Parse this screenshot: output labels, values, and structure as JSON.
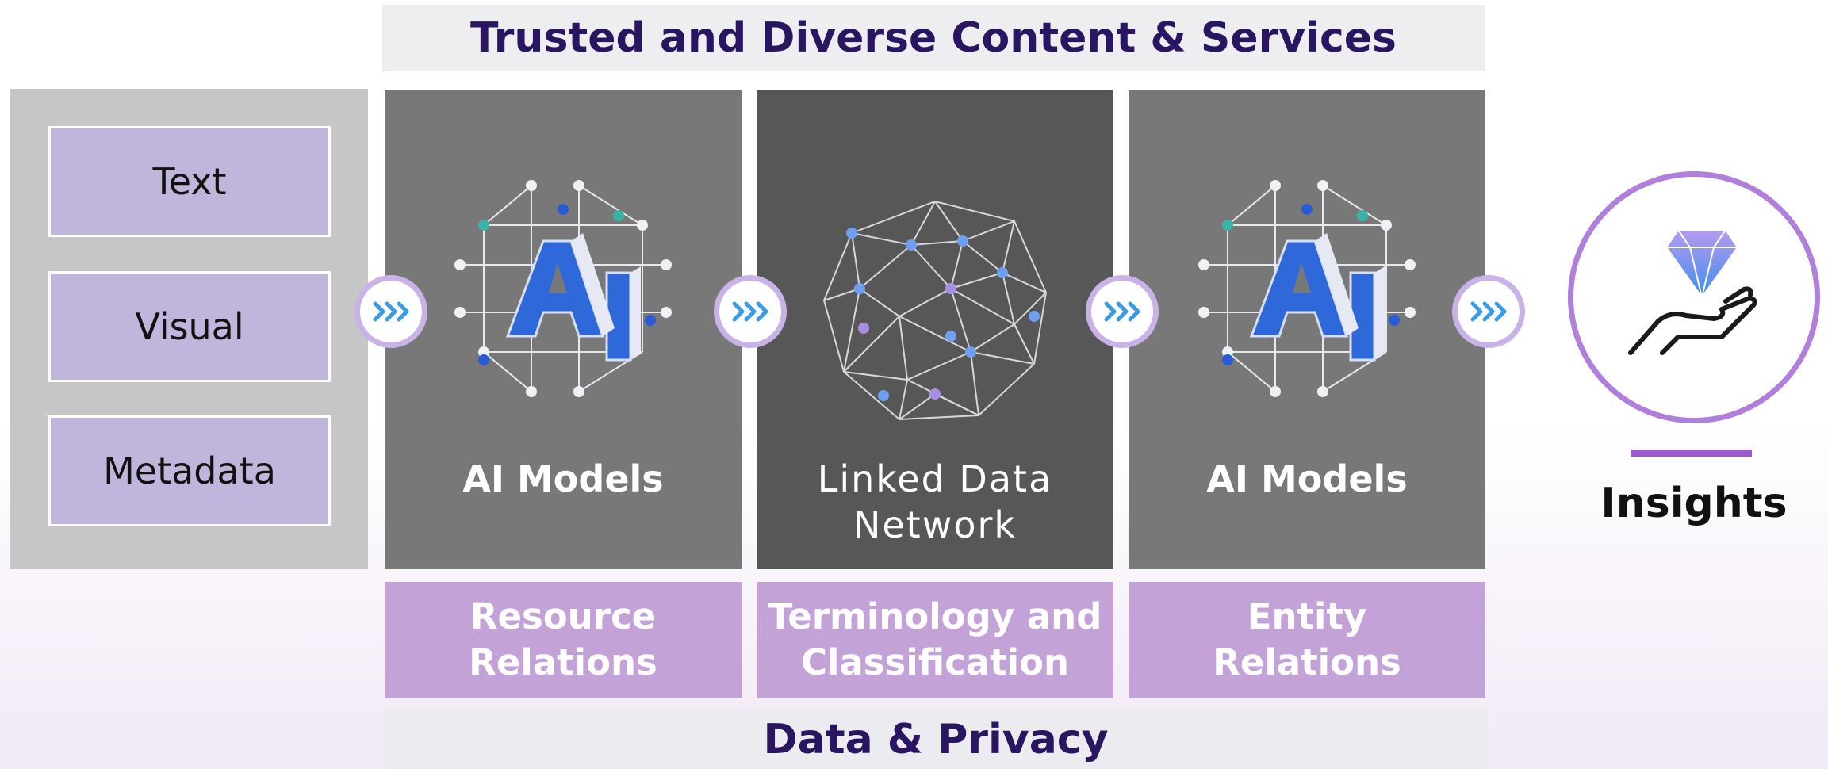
{
  "banner_top": "Trusted and Diverse Content & Services",
  "banner_bottom": "Data & Privacy",
  "inputs": [
    "Text",
    "Visual",
    "Metadata"
  ],
  "columns": [
    {
      "label": "AI Models",
      "icon": "ai-cube-icon",
      "sub": [
        "Resource",
        "Relations"
      ]
    },
    {
      "label": [
        "Linked Data",
        "Network"
      ],
      "icon": "network-sphere-icon",
      "sub": [
        "Terminology and",
        "Classification"
      ]
    },
    {
      "label": "AI Models",
      "icon": "ai-cube-icon",
      "sub": [
        "Entity",
        "Relations"
      ]
    }
  ],
  "output": {
    "label": "Insights",
    "icon": "diamond-hand-icon"
  },
  "colors": {
    "banner_text": "#2a1660",
    "input_box": "#c0b6db",
    "sub_box": "#c3a2d8",
    "arrow_ring": "#c8b2e8",
    "arrow_glyph": "#3a9be8",
    "insights_ring": "#b07fdc"
  }
}
